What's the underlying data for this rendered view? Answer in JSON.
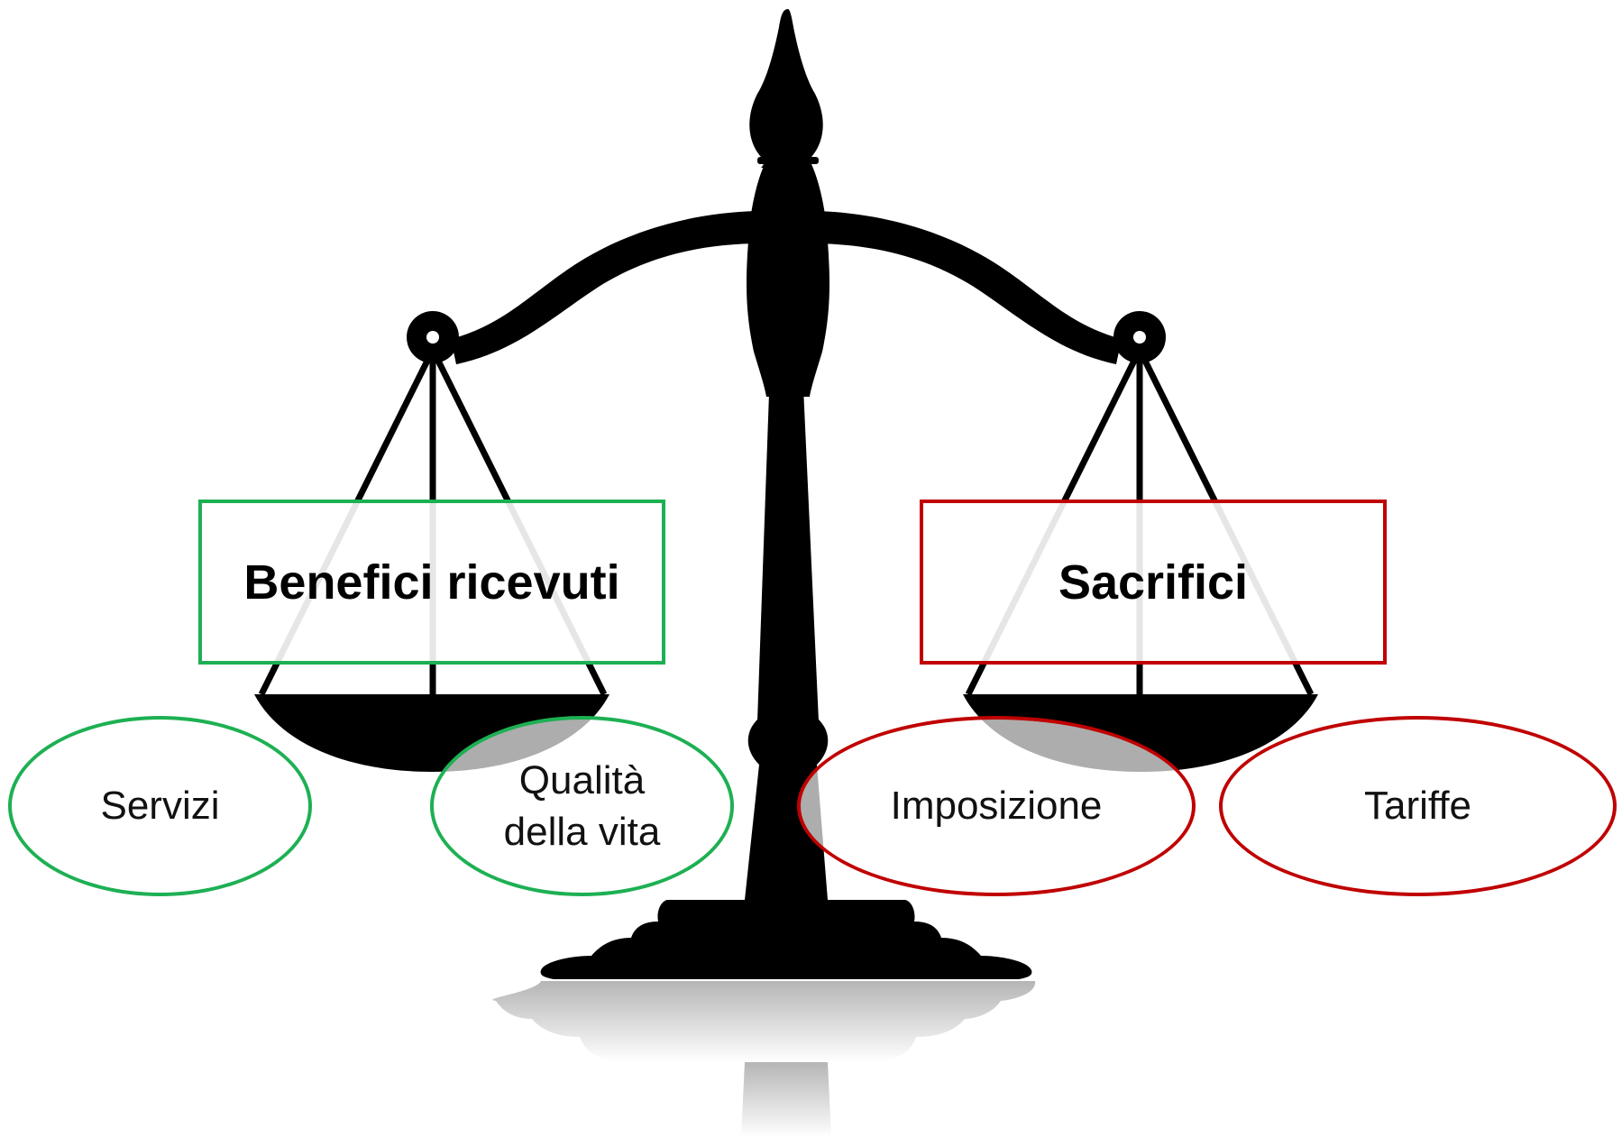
{
  "diagram": {
    "colors": {
      "benefit": "#1db053",
      "sacrifice": "#c00000",
      "silhouette": "#000000",
      "reflection": "#c8c8c8"
    },
    "illustration_icon": "balance-scale-icon",
    "left_group": {
      "label": "Benefici ricevuti",
      "items": [
        "Servizi",
        "Qualità\ndella vita"
      ]
    },
    "right_group": {
      "label": "Sacrifici",
      "items": [
        "Imposizione",
        "Tariffe"
      ]
    }
  }
}
